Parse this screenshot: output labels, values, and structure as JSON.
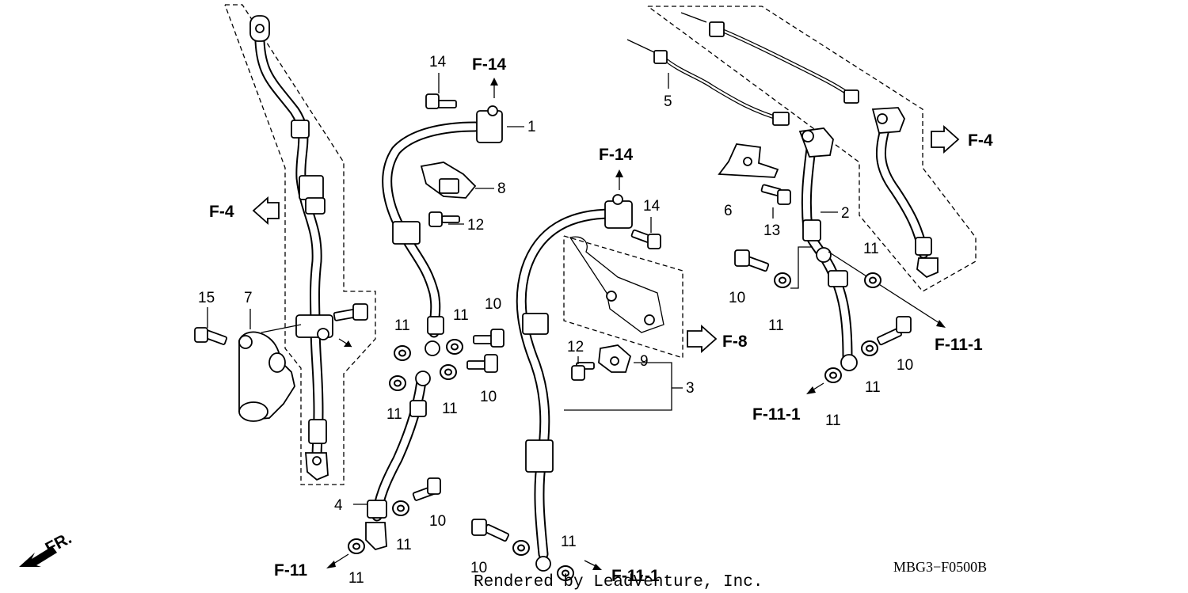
{
  "diagram": {
    "code": "MBG3−F0500B",
    "credit": "Rendered by LeadVenture, Inc.",
    "direction": "FR.",
    "callouts": {
      "c1": "1",
      "c2": "2",
      "c3": "3",
      "c4": "4",
      "c5": "5",
      "c6": "6",
      "c7": "7",
      "c8": "8",
      "c9": "9",
      "c10": "10",
      "c11": "11",
      "c12": "12",
      "c13": "13",
      "c14": "14",
      "c15": "15"
    },
    "refs": {
      "f4": "F-4",
      "f8": "F-8",
      "f11": "F-11",
      "f11_1": "F-11-1",
      "f14": "F-14"
    }
  }
}
